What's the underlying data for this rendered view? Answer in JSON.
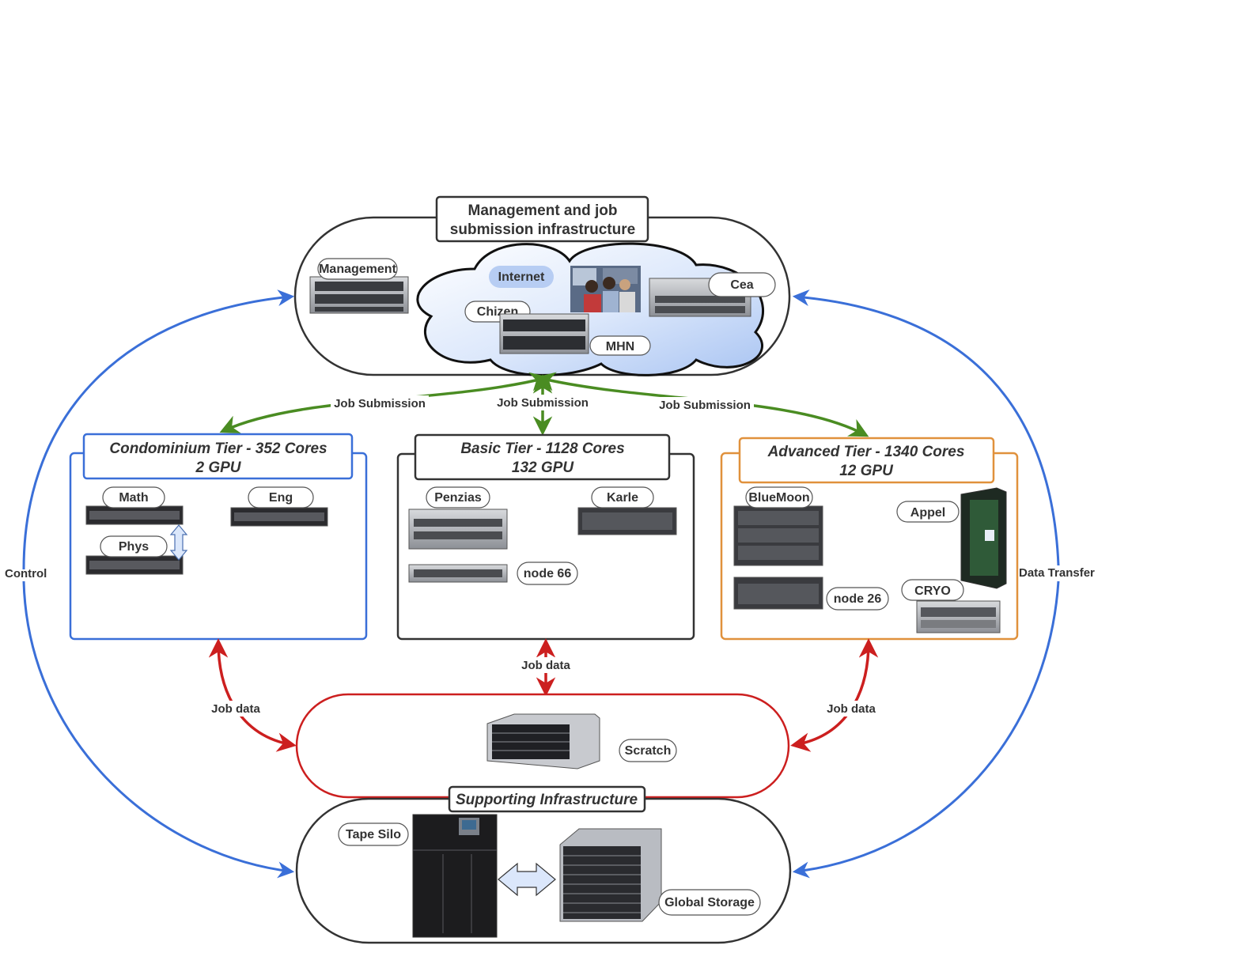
{
  "colors": {
    "control": "#3a6fd8",
    "job_submission": "#4a8c22",
    "job_data": "#cc1f1f",
    "condo_border": "#3a6fd8",
    "advanced_border": "#e0913c",
    "outline": "#333333",
    "cloud_fill": "#cfe0fa"
  },
  "management": {
    "title_line1": "Management and job",
    "title_line2": "submission infrastructure",
    "nodes": {
      "management": "Management",
      "internet": "Internet",
      "chizen": "Chizen",
      "mhn": "MHN",
      "cea": "Cea"
    }
  },
  "edges": {
    "job_submission_left": "Job Submission",
    "job_submission_center": "Job Submission",
    "job_submission_right": "Job Submission",
    "control": "Control",
    "data_transfer": "Data Transfer",
    "job_data_left": "Job data",
    "job_data_center": "Job data",
    "job_data_right": "Job data"
  },
  "tiers": {
    "condo": {
      "title_line1": "Condominium Tier - 352 Cores",
      "title_line2": "2 GPU",
      "nodes": {
        "math": "Math",
        "eng": "Eng",
        "phys": "Phys"
      }
    },
    "basic": {
      "title_line1": "Basic Tier - 1128 Cores",
      "title_line2": "132 GPU",
      "nodes": {
        "penzias": "Penzias",
        "karle": "Karle",
        "node66": "node 66"
      }
    },
    "advanced": {
      "title_line1": "Advanced Tier - 1340 Cores",
      "title_line2": "12 GPU",
      "nodes": {
        "bluemoon": "BlueMoon",
        "appel": "Appel",
        "node26": "node 26",
        "cryo": "CRYO"
      }
    }
  },
  "scratch": {
    "label": "Scratch"
  },
  "supporting": {
    "title": "Supporting Infrastructure",
    "nodes": {
      "tape_silo": "Tape Silo",
      "global_storage": "Global Storage"
    }
  }
}
